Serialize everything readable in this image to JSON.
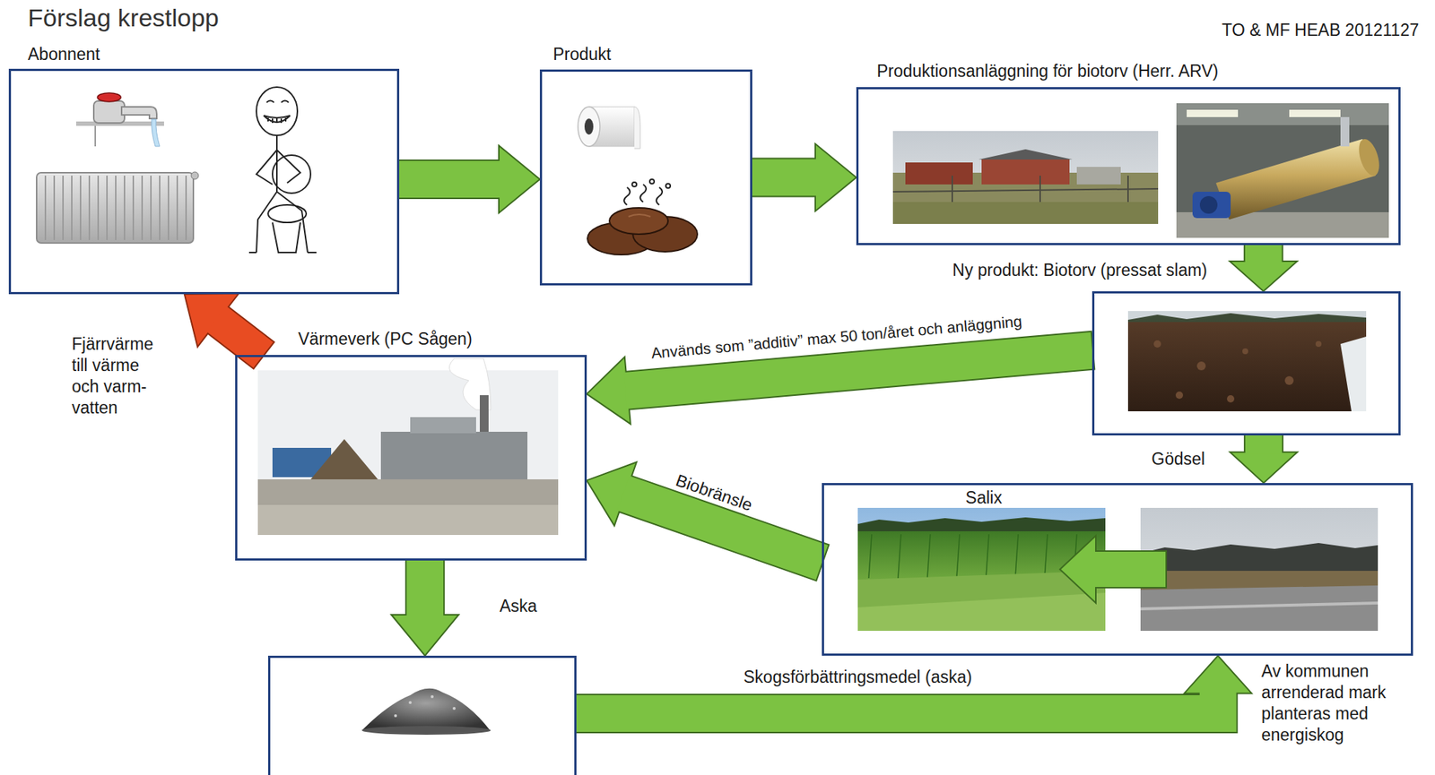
{
  "diagram": {
    "title": "Förslag krestlopp",
    "nodes": [
      {
        "text": [
          "Abonnent"
        ]
      },
      {
        "text": [
          "Produkt"
        ]
      },
      {
        "text": [
          "Produktionsanläggning för biotorv (Herr. ARV)"
        ]
      },
      {
        "text": [
          "Ny produkt: Biotorv (pressat slam)"
        ]
      },
      {
        "text": [
          "Värmeverk (PC Sågen)"
        ]
      },
      {
        "text": [
          "Salix"
        ]
      },
      {
        "text": [
          "Aska"
        ]
      }
    ],
    "edges": [
      {
        "from": 0,
        "to": 1,
        "arrow": "to"
      },
      {
        "from": 1,
        "to": 2,
        "arrow": "to"
      },
      {
        "from": 2,
        "to": 3,
        "arrow": "to"
      },
      {
        "from": 3,
        "to": 4,
        "arrow": "to",
        "label": "Används som ”additiv” max 50 ton/året och anläggning"
      },
      {
        "from": 3,
        "to": 5,
        "arrow": "to",
        "label": "Gödsel"
      },
      {
        "from": 4,
        "to": 0,
        "arrow": "to",
        "label": "Fjärrvärme till värme och varm- vatten"
      },
      {
        "from": 5,
        "to": 4,
        "arrow": "to",
        "label": "Biobränsle"
      },
      {
        "from": 4,
        "to": 6,
        "arrow": "to"
      },
      {
        "from": 6,
        "to": 5,
        "arrow": "to",
        "label": "Skogsförbättringsmedel (aska)"
      }
    ],
    "labels": [
      "TO & MF HEAB 20121127",
      "Av kommunen arrenderad mark planteras med energiskog"
    ]
  }
}
